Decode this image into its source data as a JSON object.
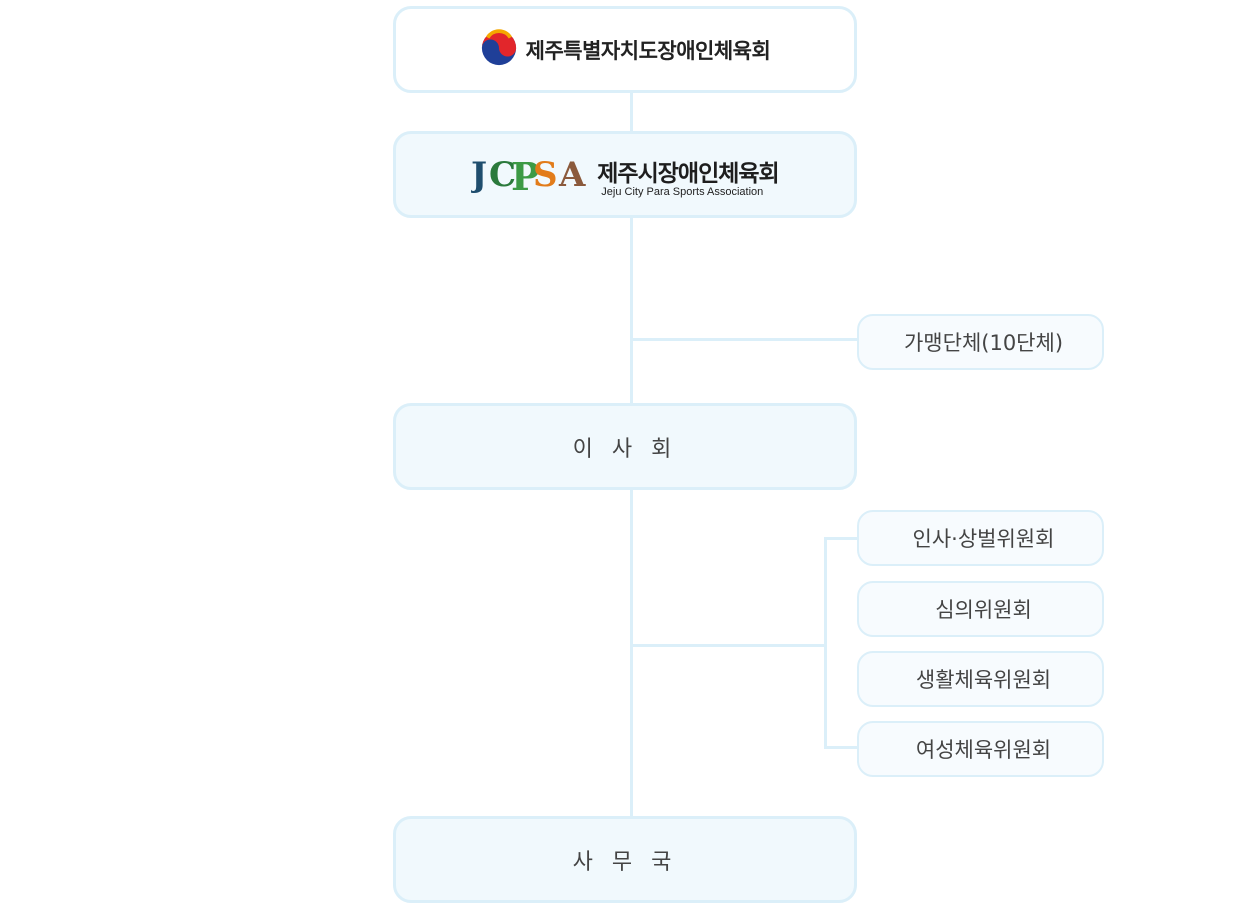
{
  "top_org": {
    "name": "제주특별자치도장애인체육회",
    "emblem_icon": "taegeuk-emblem-icon"
  },
  "city_org": {
    "name_ko": "제주시장애인체육회",
    "name_en": "Jeju City Para Sports Association",
    "logo_letters": "JCPSA"
  },
  "member_groups": {
    "label": "가맹단체(10단체)"
  },
  "board": {
    "label": "이 사 회"
  },
  "committees": [
    {
      "label": "인사·상벌위원회"
    },
    {
      "label": "심의위원회"
    },
    {
      "label": "생활체육위원회"
    },
    {
      "label": "여성체육위원회"
    }
  ],
  "secretariat": {
    "label": "사 무 국"
  },
  "colors": {
    "border": "#dbeff9",
    "box_fill": "#f1f9fd",
    "connector": "#dbeff9",
    "text": "#444444"
  }
}
